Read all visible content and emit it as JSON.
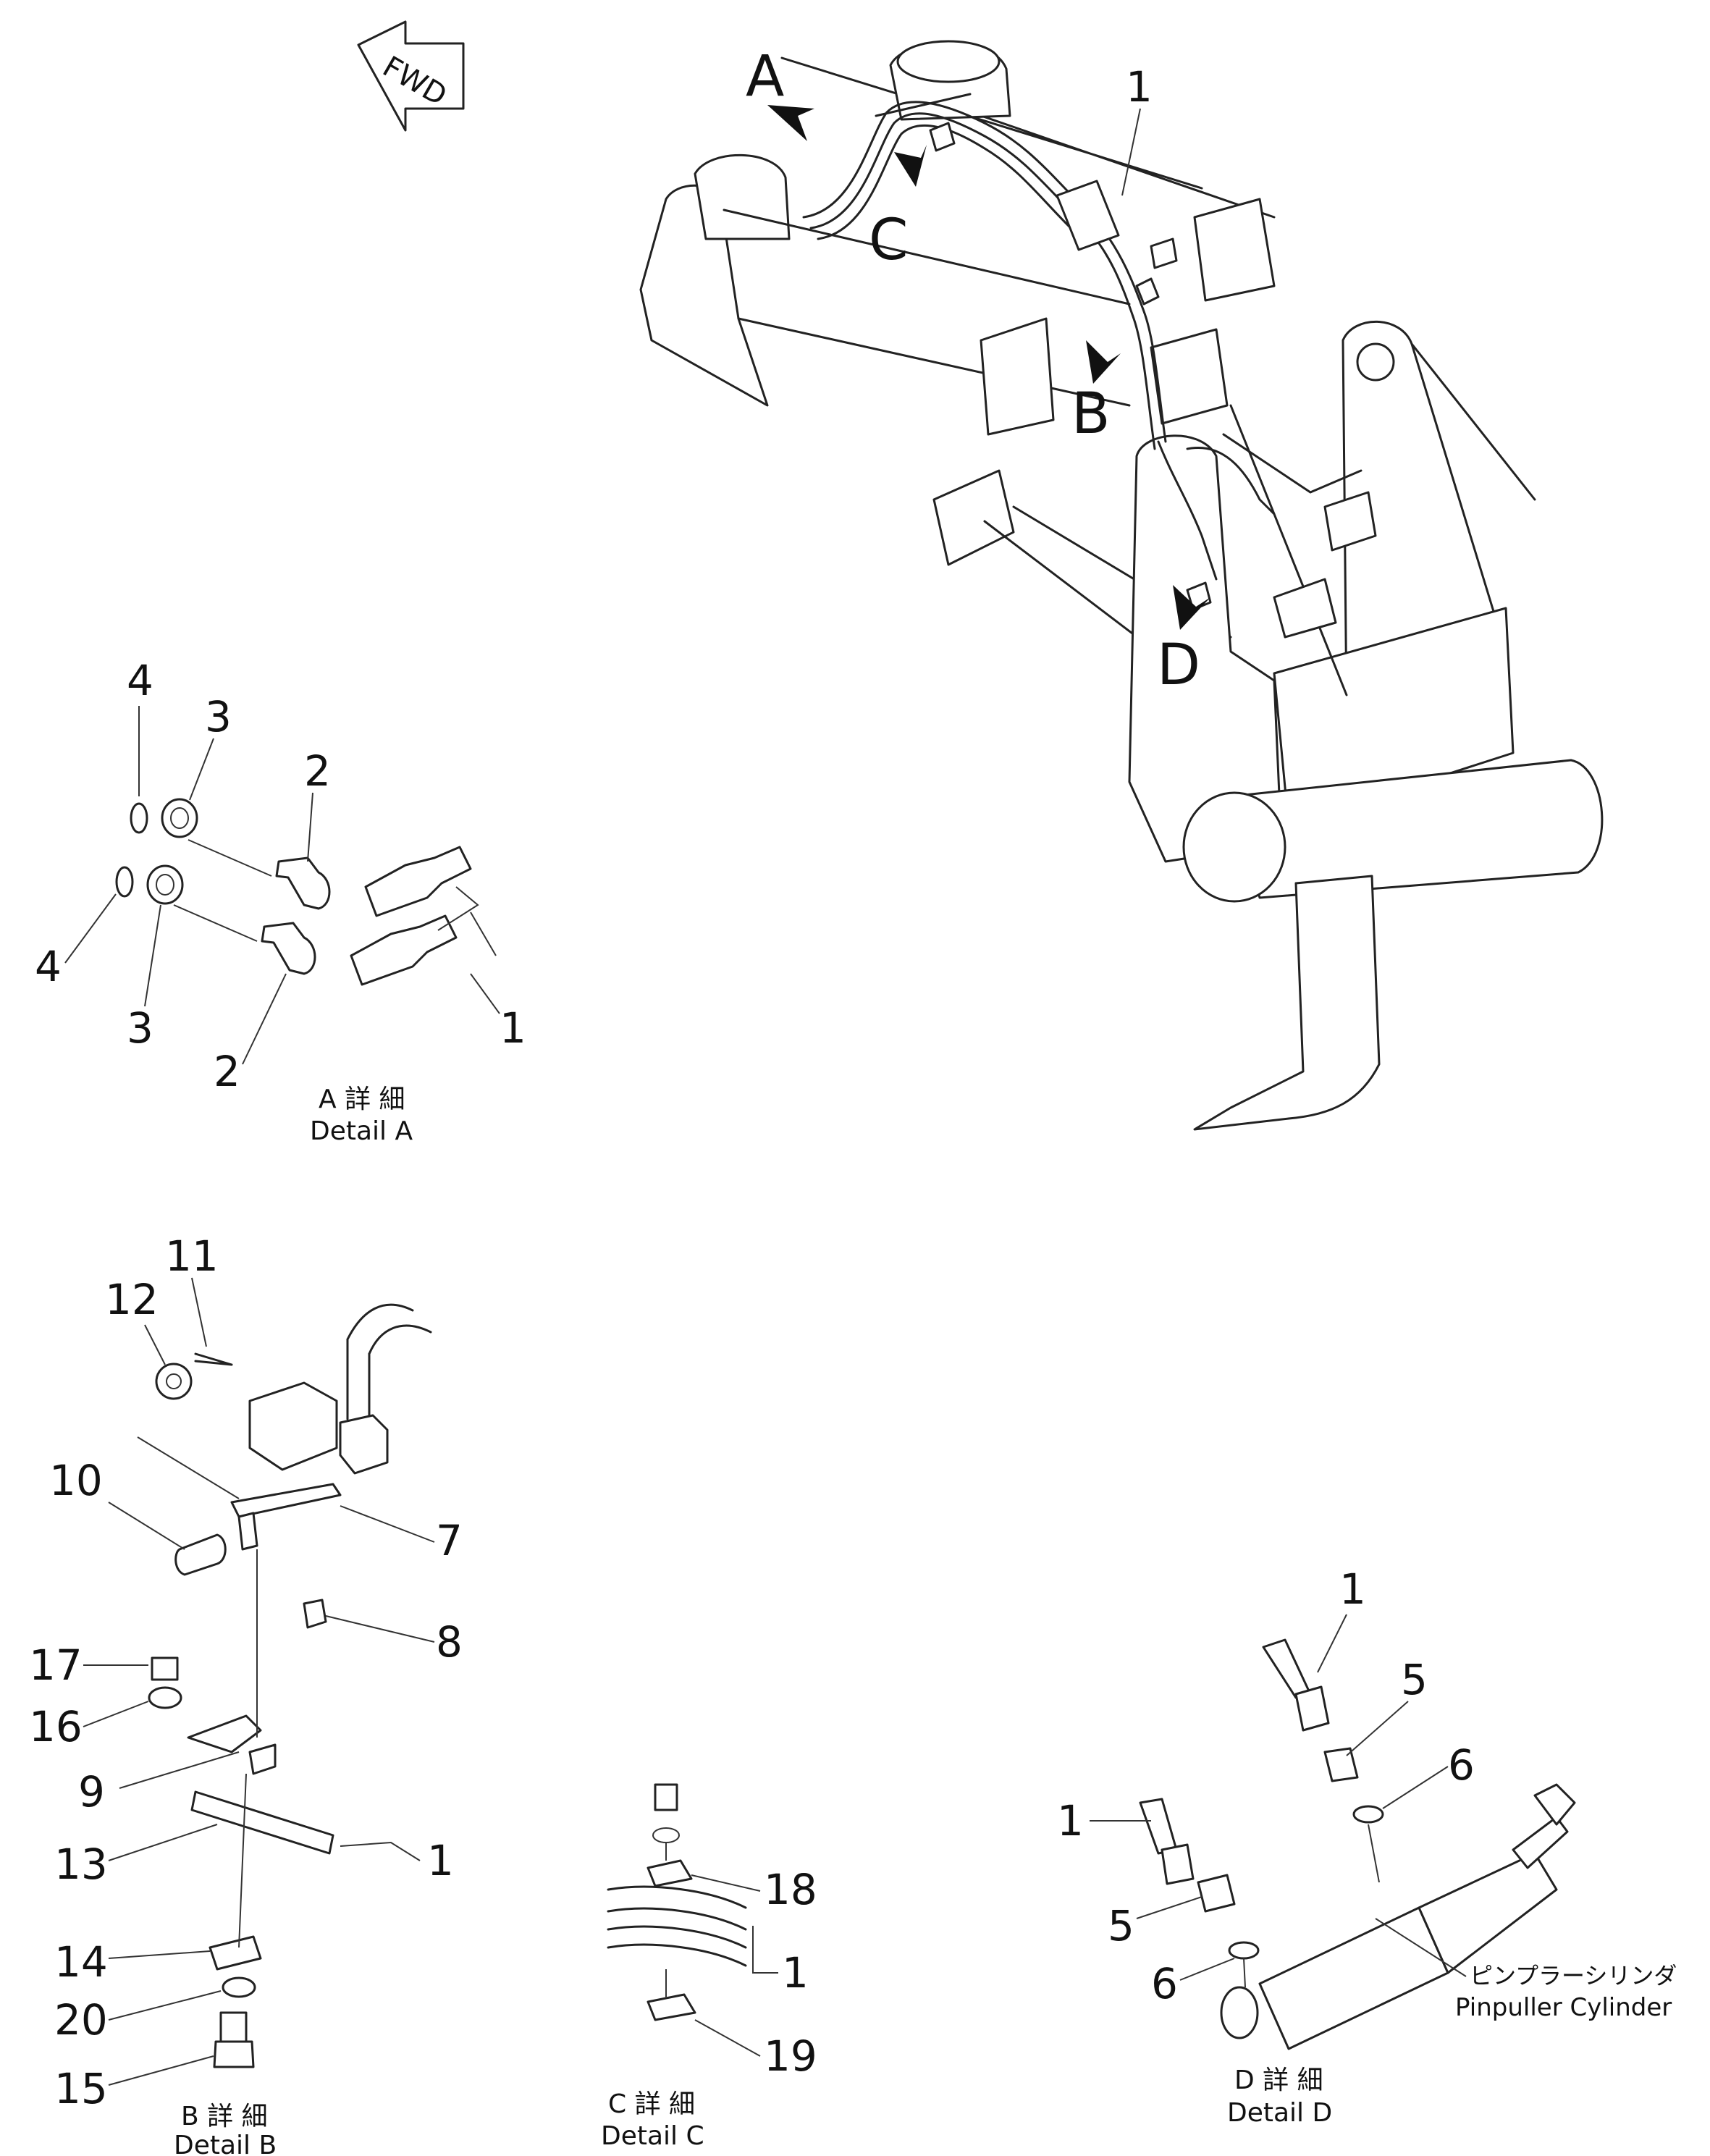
{
  "fwd": "FWD",
  "view_markers": [
    "A",
    "B",
    "C",
    "D"
  ],
  "main_callout": "1",
  "detail_a": {
    "labels": [
      "4",
      "3",
      "2",
      "4",
      "3",
      "2",
      "1"
    ],
    "caption_jp": "A 詳 細",
    "caption_en": "Detail A"
  },
  "detail_b": {
    "labels": [
      "11",
      "12",
      "10",
      "7",
      "8",
      "17",
      "16",
      "9",
      "13",
      "1",
      "14",
      "20",
      "15"
    ],
    "caption_jp": "B 詳 細",
    "caption_en": "Detail B"
  },
  "detail_c": {
    "labels": [
      "18",
      "1",
      "19"
    ],
    "caption_jp": "C 詳 細",
    "caption_en": "Detail C"
  },
  "detail_d": {
    "labels": [
      "1",
      "5",
      "6",
      "1",
      "5",
      "6"
    ],
    "cylinder_jp": "ピンプラーシリンダ",
    "cylinder_en": "Pinpuller Cylinder",
    "caption_jp": "D 詳 細",
    "caption_en": "Detail D"
  }
}
